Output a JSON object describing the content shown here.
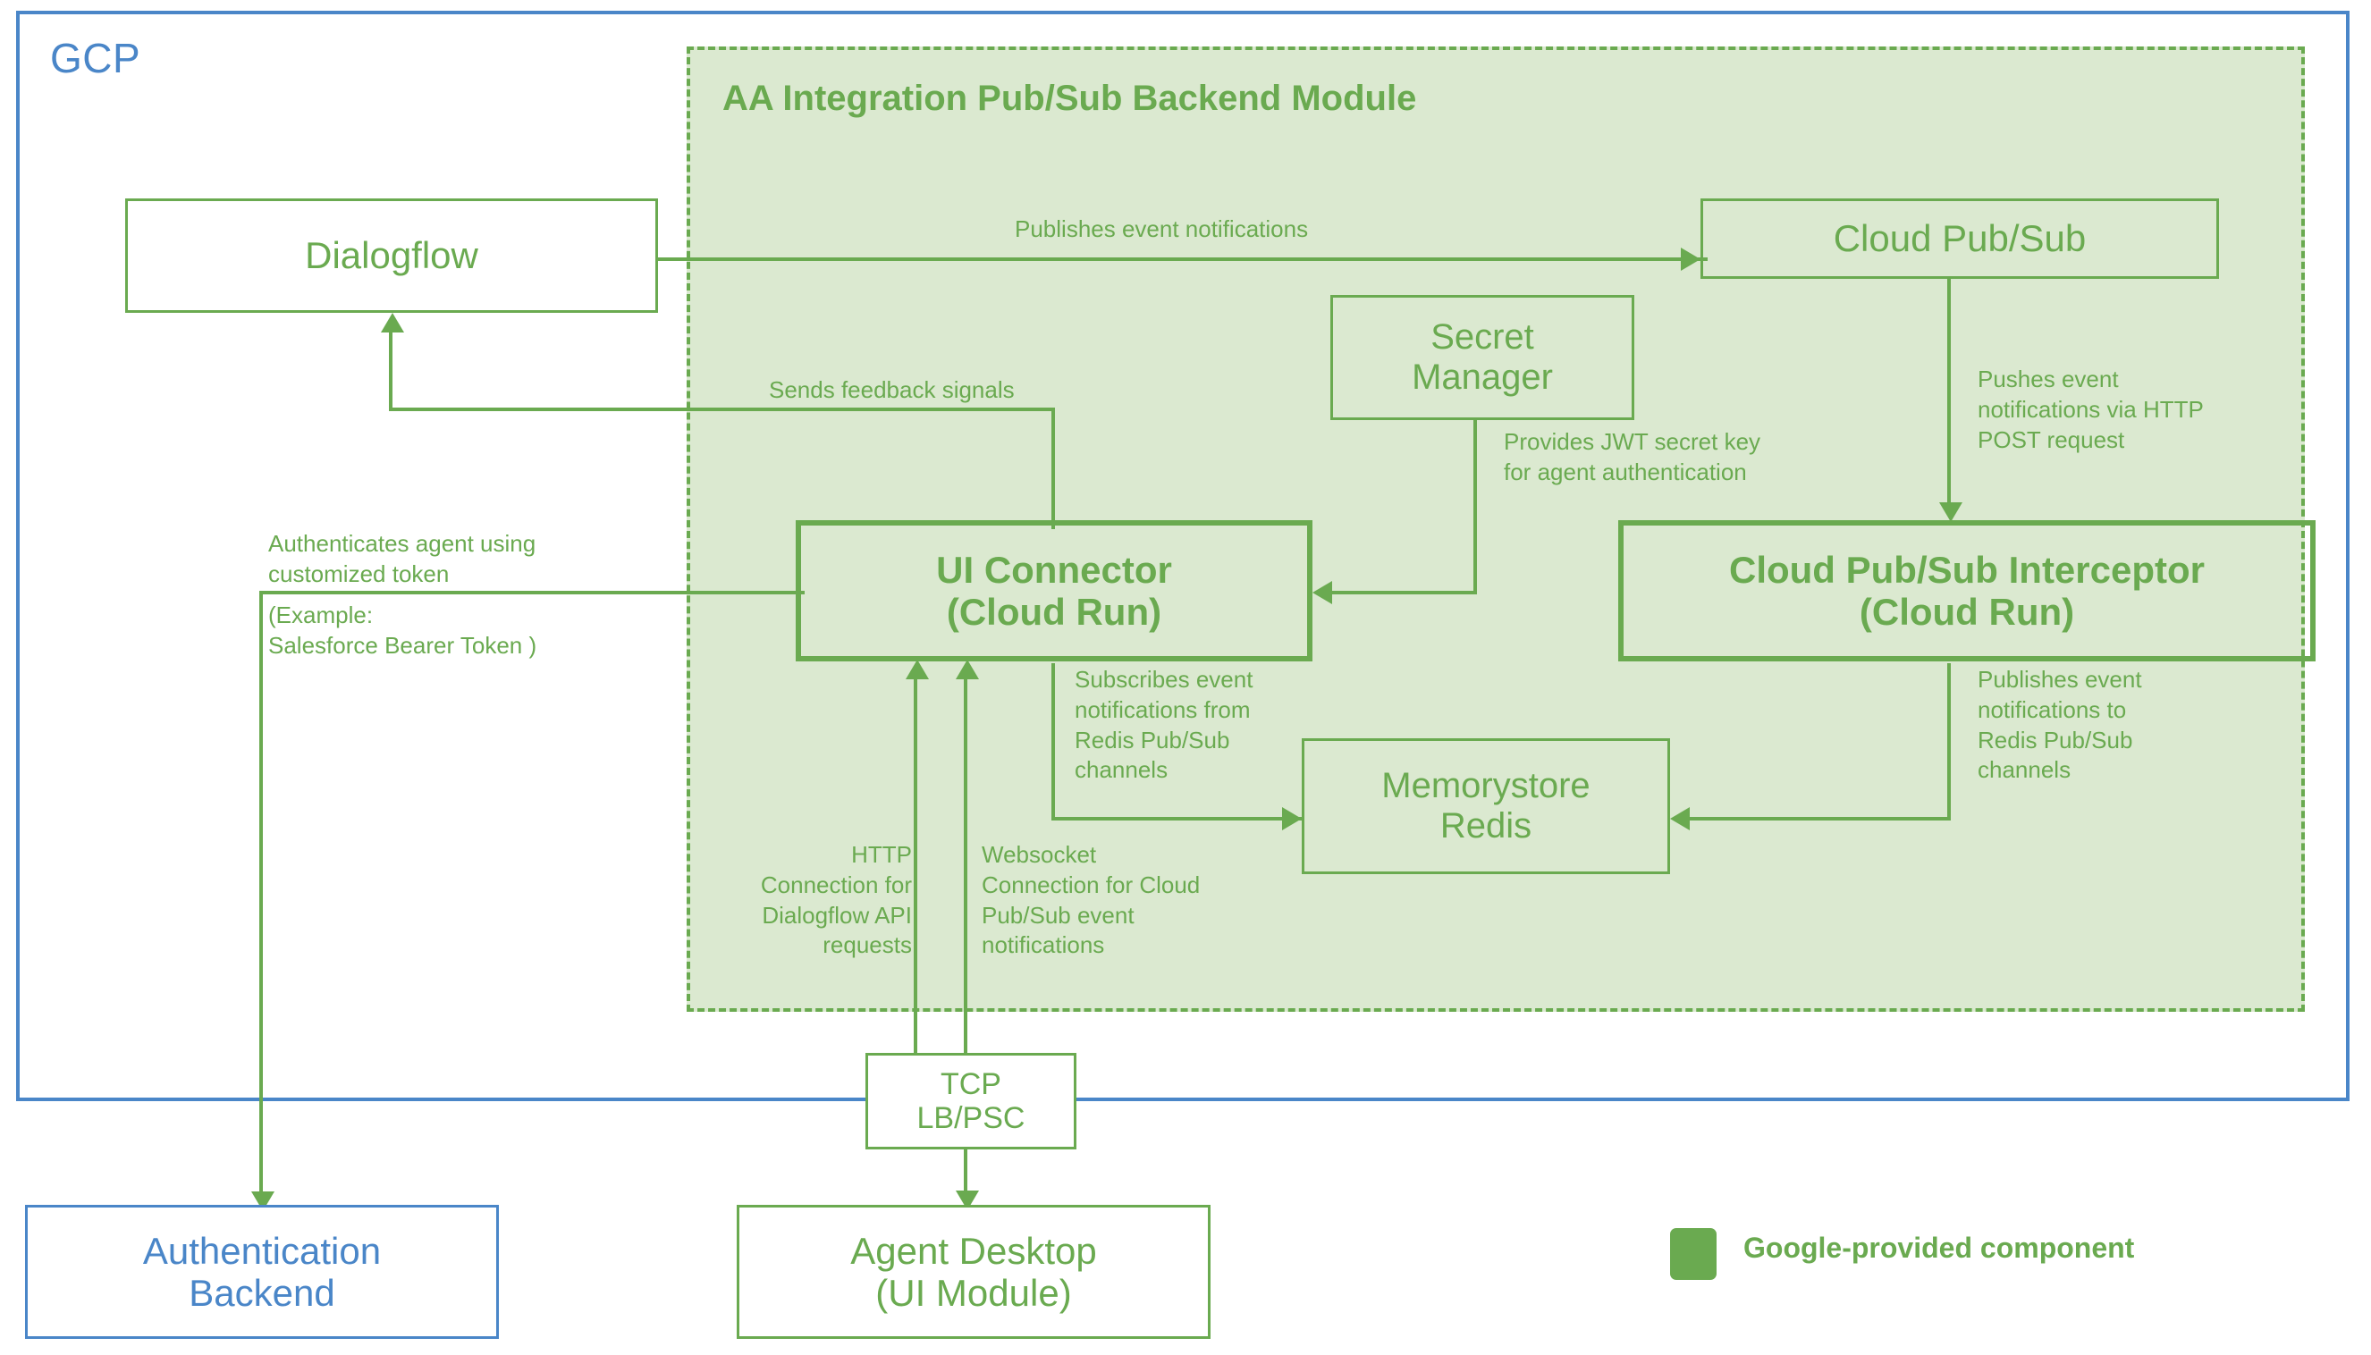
{
  "diagram": {
    "title": "AA Integration Pub/Sub Backend Module",
    "outer_zone_label": "GCP",
    "colors": {
      "google_green": "#6aaa50",
      "module_fill": "#dbe9d0",
      "gcp_blue": "#4a86c8"
    }
  },
  "nodes": {
    "dialogflow": "Dialogflow",
    "cloud_pubsub": "Cloud Pub/Sub",
    "secret_manager": "Secret\nManager",
    "ui_connector": "UI Connector\n(Cloud Run)",
    "pubsub_interceptor": "Cloud Pub/Sub Interceptor\n(Cloud Run)",
    "memorystore_redis": "Memorystore\nRedis",
    "tcp_lb": "TCP\nLB/PSC",
    "agent_desktop": "Agent Desktop\n(UI Module)",
    "authentication_backend": "Authentication\nBackend"
  },
  "edge_labels": {
    "publishes_event_notifications": "Publishes event notifications",
    "sends_feedback_signals": "Sends feedback signals",
    "provides_jwt": "Provides JWT secret key\nfor agent authentication",
    "pushes_event_http": "Pushes event\nnotifications via HTTP\nPOST request",
    "authenticates_agent": "Authenticates agent using\ncustomized token",
    "authenticates_agent_example": "(Example:\nSalesforce Bearer Token )",
    "subscribes_event": "Subscribes event\nnotifications from\nRedis Pub/Sub\nchannels",
    "publishes_to_redis": "Publishes event\nnotifications to\nRedis Pub/Sub\nchannels",
    "http_connection": "HTTP\nConnection for\nDialogflow API\nrequests",
    "websocket_connection": "Websocket\nConnection for Cloud\nPub/Sub event\nnotifications"
  },
  "legend": {
    "label": "Google-provided component"
  }
}
